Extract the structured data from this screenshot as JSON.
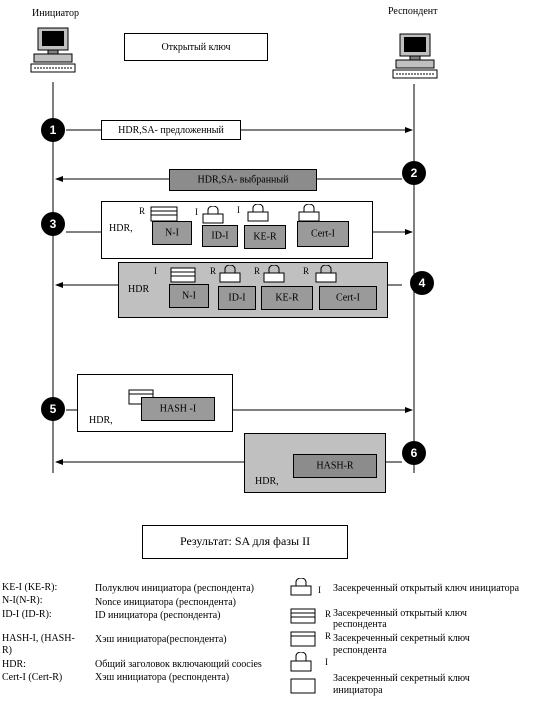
{
  "header": {
    "initiator": "Инициатор",
    "responder": "Респондент",
    "public_key_box": "Открытый ключ"
  },
  "steps": {
    "s1": {
      "number": "1",
      "message": "HDR,SA- предложенный"
    },
    "s2": {
      "number": "2",
      "message": "HDR,SA- выбранный"
    },
    "s3": {
      "number": "3",
      "hdr": "HDR,",
      "tags": [
        "R",
        "I",
        "I"
      ],
      "fields": [
        "N-I",
        "ID-I",
        "KE-R",
        "Cert-I"
      ]
    },
    "s4": {
      "number": "4",
      "hdr": "HDR",
      "tags": [
        "I",
        "R",
        "R",
        "R"
      ],
      "fields": [
        "N-I",
        "ID-I",
        "KE-R",
        "Cert-I"
      ]
    },
    "s5": {
      "number": "5",
      "hdr": "HDR,",
      "field": "HASH -I"
    },
    "s6": {
      "number": "6",
      "hdr": "HDR,",
      "field": "HASH-R"
    }
  },
  "result": "Результат: SA для фазы II",
  "legend": {
    "terms": [
      {
        "term": "KE-I (KE-R):",
        "desc": "Полуключ инициатора (респондента)"
      },
      {
        "term": "N-I(N-R):",
        "desc": "Nonce инициатора (респондента)"
      },
      {
        "term": "ID-I (ID-R):",
        "desc": "ID инициатора (респондента)"
      },
      {
        "term": "HASH-I, (HASH-",
        "term2": "R)",
        "desc": "Хэш инициатора(респондента)"
      },
      {
        "term": "HDR:",
        "desc": "Общий заголовок включающий coocies"
      },
      {
        "term": "Cert-I (Cert-R)",
        "desc": "Хэш инициатора (респондента)"
      }
    ],
    "keys": [
      {
        "tag": "I",
        "text": "Засекреченный  открытый ключ инициатора"
      },
      {
        "tag": "R",
        "text": "Засекреченный  открытый ключ",
        "text2": "респондента"
      },
      {
        "tag": "R",
        "text": "Засекреченный  секретный ключ",
        "text2": "респондента"
      },
      {
        "tag": "I",
        "text": ""
      },
      {
        "tag": "",
        "text": "Засекреченный  секретный ключ",
        "text2": "инициатора"
      }
    ]
  }
}
